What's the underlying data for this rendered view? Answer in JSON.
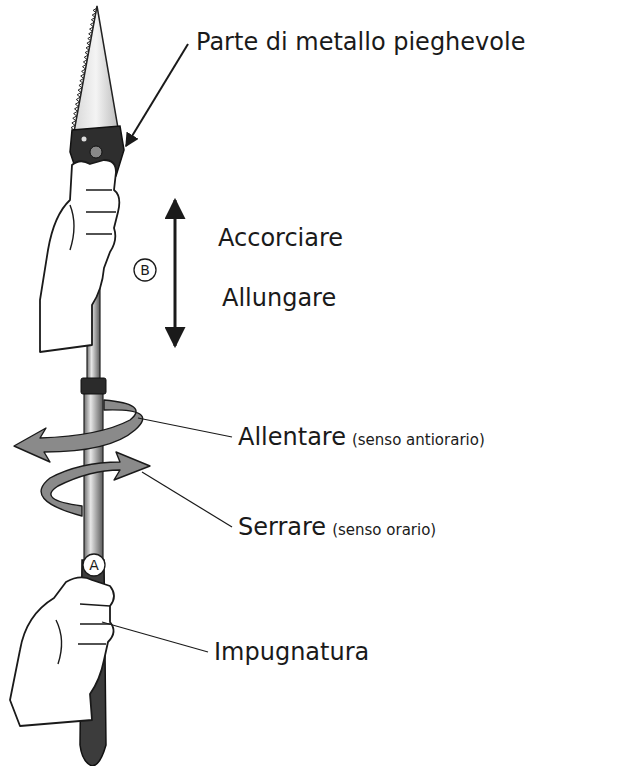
{
  "diagram": {
    "labels": [
      "Parte di metallo pieghevole",
      "Accorciare",
      "B",
      "Allungare",
      "Allentare",
      "(senso antiorario)",
      "Serrare",
      "(senso orario)",
      "A",
      "Impugnatura"
    ]
  }
}
